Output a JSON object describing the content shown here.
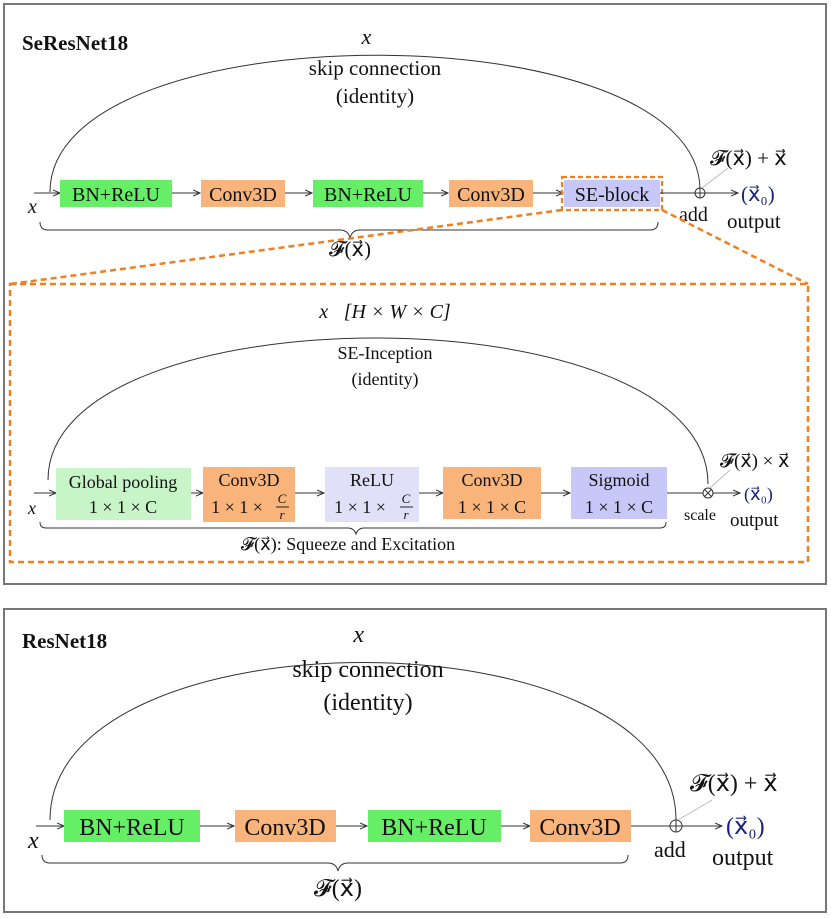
{
  "colors": {
    "green": "#66ee66",
    "light_green": "#c8f5c8",
    "orange": "#f8b47a",
    "lavender": "#c8c8f8",
    "light_lavender": "#e0e0f8",
    "dashed_orange": "#f07f20",
    "output_blue": "#1a237e",
    "panel_border": "#777777"
  },
  "panels": {
    "seresnet": {
      "title": "SeResNet18",
      "top_x": "x⃗",
      "skip_line1": "skip connection",
      "skip_line2": "(identity)",
      "input": "x⃗",
      "blocks": [
        {
          "label": "BN+ReLU",
          "color": "green"
        },
        {
          "label": "Conv3D",
          "color": "orange"
        },
        {
          "label": "BN+ReLU",
          "color": "green"
        },
        {
          "label": "Conv3D",
          "color": "orange"
        },
        {
          "label": "SE-block",
          "color": "lavender"
        }
      ],
      "sum_label": "𝓕(x⃗) + x⃗",
      "add_label": "add",
      "out_label": "(x⃗₀)",
      "output_label": "output",
      "brace_label": "𝓕(x⃗)"
    },
    "se_detail": {
      "top_x": "x⃗[H × W × C]",
      "skip_line1": "SE-Inception",
      "skip_line2": "(identity)",
      "input": "x⃗",
      "blocks": [
        {
          "line1": "Global pooling",
          "line2": "1 × 1 × C",
          "color": "light_green"
        },
        {
          "line1": "Conv3D",
          "line2": "1 × 1 × ",
          "frac_num": "C",
          "frac_den": "r",
          "color": "orange"
        },
        {
          "line1": "ReLU",
          "line2": "1 × 1 × ",
          "frac_num": "C",
          "frac_den": "r",
          "color": "light_lavender"
        },
        {
          "line1": "Conv3D",
          "line2": "1 × 1 × C",
          "color": "orange"
        },
        {
          "line1": "Sigmoid",
          "line2": "1 × 1 × C",
          "color": "lavender"
        }
      ],
      "mul_label": "𝓕(x⃗) × x⃗",
      "scale_label": "scale",
      "out_label": "(x⃗₀)",
      "output_label": "output",
      "brace_label": "𝓕(x⃗): Squeeze and Excitation"
    },
    "resnet": {
      "title": "ResNet18",
      "top_x": "x⃗",
      "skip_line1": "skip connection",
      "skip_line2": "(identity)",
      "input": "x⃗",
      "blocks": [
        {
          "label": "BN+ReLU",
          "color": "green"
        },
        {
          "label": "Conv3D",
          "color": "orange"
        },
        {
          "label": "BN+ReLU",
          "color": "green"
        },
        {
          "label": "Conv3D",
          "color": "orange"
        }
      ],
      "sum_label": "𝓕(x⃗) + x⃗",
      "add_label": "add",
      "out_label": "(x⃗₀)",
      "output_label": "output",
      "brace_label": "𝓕(x⃗)"
    }
  }
}
